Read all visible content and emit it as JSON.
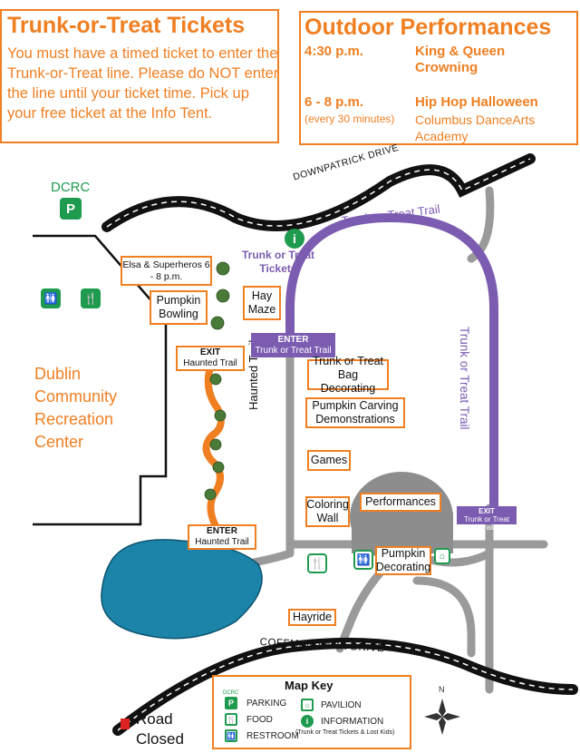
{
  "tickets": {
    "title": "Trunk-or-Treat Tickets",
    "body": "You must have a timed ticket to enter the Trunk-or-Treat line. Please do NOT enter the line until your ticket time. Pick up your free ticket at the Info Tent."
  },
  "performances": {
    "title": "Outdoor Performances",
    "items": [
      {
        "time": "4:30 p.m.",
        "note": "",
        "name": "King & Queen Crowning",
        "sub": ""
      },
      {
        "time": "6 - 8 p.m.",
        "note": "(every 30 minutes)",
        "name": "Hip Hop Halloween",
        "sub": "Columbus DanceArts Academy"
      }
    ]
  },
  "map": {
    "roads": {
      "downpatrick": "DOWNPATRICK DRIVE",
      "coffman": "COFFMAN PARK DRIVE"
    },
    "dcrc_label": "DCRC",
    "building": "Dublin Community Recreation Center",
    "trunk_trail_top": "Trunk or Treat Trail",
    "trunk_trail_side": "Trunk or Treat Trail",
    "trunk_tickets": "Trunk or Treat Tickets",
    "haunted_trail": "Haunted Trail",
    "labels": {
      "elsa": "Elsa & Superheros 6 - 8 p.m.",
      "pumpkin_bowling": "Pumpkin Bowling",
      "hay_maze": "Hay Maze",
      "exit_haunted_title": "EXIT",
      "exit_haunted_sub": "Haunted Trail",
      "enter_haunted_title": "ENTER",
      "enter_haunted_sub": "Haunted Trail",
      "enter_trunk_title": "ENTER",
      "enter_trunk_sub": "Trunk or Treat Trail",
      "exit_trunk_title": "EXIT",
      "exit_trunk_sub": "Trunk or Treat Trail",
      "bag_decorating": "Trunk or Treat Bag Decorating",
      "pumpkin_carving": "Pumpkin Carving Demonstrations",
      "games": "Games",
      "coloring_wall": "Coloring Wall",
      "performances": "Performances",
      "pumpkin_decorating": "Pumpkin Decorating",
      "hayride": "Hayride"
    },
    "road_closed": "Road Closed",
    "compass": "N"
  },
  "key": {
    "title": "Map Key",
    "dcrc": "DCRC",
    "parking": "PARKING",
    "food": "FOOD",
    "restroom": "RESTROOM",
    "pavilion": "PAVILION",
    "information": "INFORMATION",
    "info_note": "(Trunk or Treat Tickets & Lost Kids)"
  },
  "colors": {
    "orange": "#f07f22",
    "purple": "#7b5cb0",
    "green": "#1f9b50",
    "pond": "#1c84a8",
    "road": "#111111",
    "path": "#9a9a9a"
  }
}
